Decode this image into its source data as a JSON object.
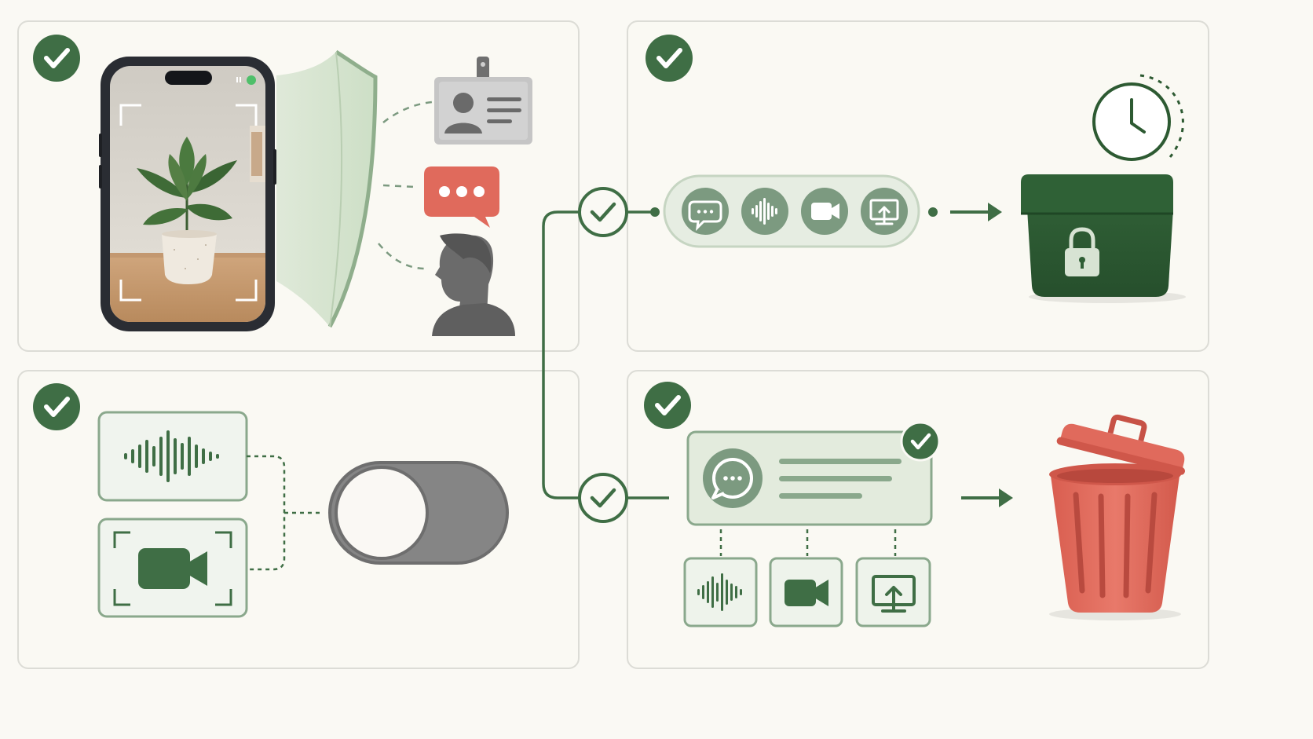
{
  "colors": {
    "background": "#faf9f4",
    "panel_border": "#dcdcd6",
    "accent_green": "#3f6e45",
    "dark_green": "#2d5a32",
    "light_green": "#e3ebdd",
    "sage": "#7c9a80",
    "coral": "#e06a5c",
    "gray": "#8b8b8b"
  },
  "panels": [
    {
      "name": "capture-privacy",
      "status": "checked"
    },
    {
      "name": "encrypted-storage",
      "status": "checked"
    },
    {
      "name": "recording-toggle",
      "status": "checked"
    },
    {
      "name": "auto-deletion",
      "status": "checked"
    }
  ],
  "icons": {
    "storage_pill": [
      "chat-bubble-icon",
      "waveform-icon",
      "video-camera-icon",
      "screen-share-icon"
    ],
    "deletion_tiles": [
      "waveform-icon",
      "video-camera-icon",
      "screen-share-icon"
    ],
    "capture_targets": [
      "id-badge-icon",
      "chat-bubble-icon",
      "person-silhouette-icon"
    ]
  },
  "toggle": {
    "state": "off"
  }
}
